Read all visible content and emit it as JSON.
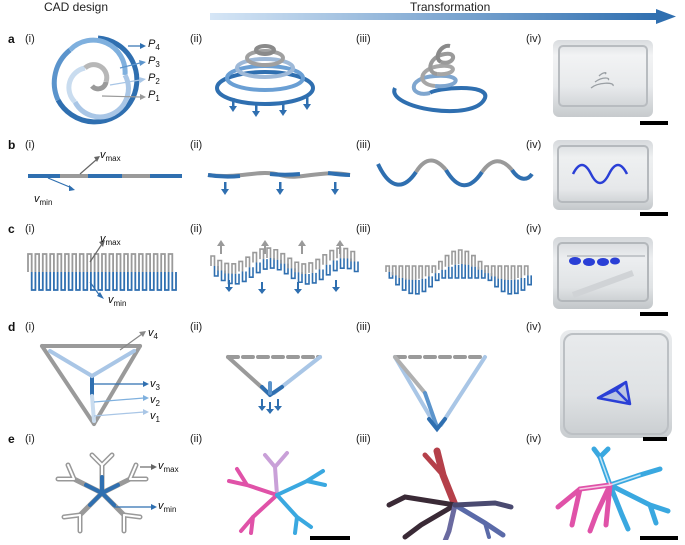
{
  "header": {
    "left": "CAD design",
    "right": "Transformation"
  },
  "rows": [
    {
      "letter": "a",
      "subs": [
        "(i)",
        "(ii)",
        "(iii)",
        "(iv)"
      ],
      "labels": {
        "p4": "P",
        "p4s": "4",
        "p3": "P",
        "p3s": "3",
        "p2": "P",
        "p2s": "2",
        "p1": "P",
        "p1s": "1"
      }
    },
    {
      "letter": "b",
      "subs": [
        "(i)",
        "(ii)",
        "(iii)",
        "(iv)"
      ],
      "labels": {
        "vmax": "v",
        "vmaxs": "max",
        "vmin": "v",
        "vmins": "min"
      }
    },
    {
      "letter": "c",
      "subs": [
        "(i)",
        "(ii)",
        "(iii)",
        "(iv)"
      ],
      "labels": {
        "vmax": "v",
        "vmaxs": "max",
        "vmin": "v",
        "vmins": "min"
      }
    },
    {
      "letter": "d",
      "subs": [
        "(i)",
        "(ii)",
        "(iii)",
        "(iv)"
      ],
      "labels": {
        "v4": "v",
        "v4s": "4",
        "v3": "v",
        "v3s": "3",
        "v2": "v",
        "v2s": "2",
        "v1": "v",
        "v1s": "1"
      }
    },
    {
      "letter": "e",
      "subs": [
        "(i)",
        "(ii)",
        "(iii)",
        "(iv)"
      ],
      "labels": {
        "vmax": "v",
        "vmaxs": "max",
        "vmin": "v",
        "vmins": "min"
      }
    }
  ],
  "colors": {
    "dark_blue": "#2f6fb0",
    "mid_blue": "#5b94cc",
    "light_blue": "#a9c6e6",
    "gray": "#9a9a9a",
    "pink": "#e052a8",
    "cyan": "#3aa8e0",
    "maroon": "#7a2a3a"
  }
}
